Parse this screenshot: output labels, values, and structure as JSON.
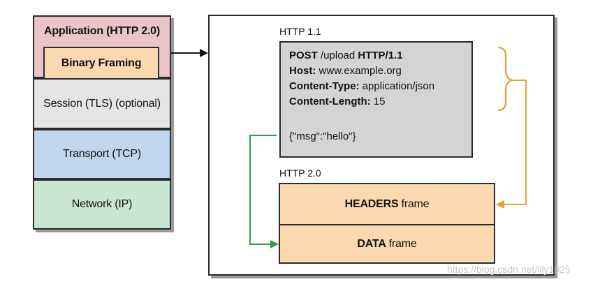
{
  "stack": {
    "application": "Application (HTTP 2.0)",
    "binary_framing": "Binary Framing",
    "session": "Session (TLS) (optional)",
    "transport": "Transport (TCP)",
    "network": "Network (IP)"
  },
  "http11": {
    "label": "HTTP 1.1",
    "request_method": "POST",
    "request_path": " /upload ",
    "request_version": "HTTP/1.1",
    "host_key": "Host:",
    "host_value": " www.example.org",
    "content_type_key": "Content-Type:",
    "content_type_value": " application/json",
    "content_length_key": "Content-Length:",
    "content_length_value": " 15",
    "body": "{\"msg\":\"hello\"}"
  },
  "http2": {
    "label": "HTTP 2.0",
    "headers_bold": "HEADERS",
    "headers_rest": "frame",
    "data_bold": "DATA",
    "data_rest": "frame"
  },
  "colors": {
    "application": "#ebc4c7",
    "binary_framing": "#fbd9b0",
    "session": "#e5e5e5",
    "transport": "#bfd6ec",
    "network": "#c8e6d2",
    "http11_box": "#d4d4d4",
    "frame": "#fbd9b0",
    "headers_arrow": "#e8a030",
    "data_arrow": "#2e9e4a"
  },
  "watermark": "https://blog.csdn.net/lily1025"
}
